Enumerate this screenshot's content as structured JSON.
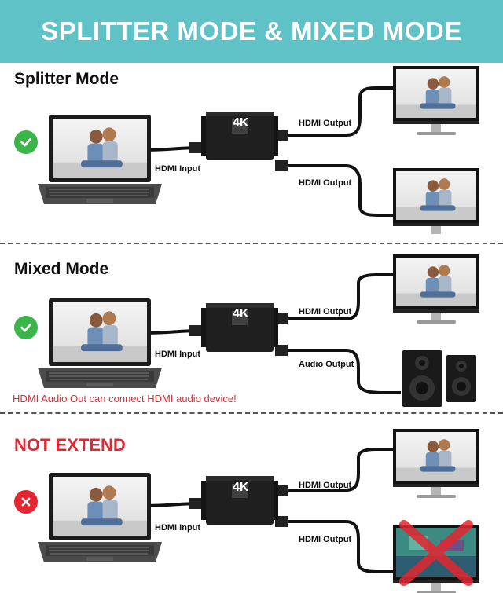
{
  "header": {
    "title": "SPLITTER MODE & MIXED MODE"
  },
  "colors": {
    "banner": "#5ec2c6",
    "accent_red": "#e3262f",
    "check_green": "#3bb54a"
  },
  "sections": [
    {
      "title": "Splitter Mode",
      "status_icon": "check-circle-icon",
      "input_label": "HDMI Input",
      "output1_label": "HDMI Output",
      "output2_label": "HDMI Output",
      "device_badge": "4K"
    },
    {
      "title": "Mixed Mode",
      "status_icon": "check-circle-icon",
      "input_label": "HDMI Input",
      "output1_label": "HDMI Output",
      "output2_label": "Audio Output",
      "device_badge": "4K",
      "note": "HDMI Audio Out can connect HDMI audio device!"
    },
    {
      "title": "NOT EXTEND",
      "status_icon": "x-circle-icon",
      "input_label": "HDMI Input",
      "output1_label": "HDMI Output",
      "output2_label": "HDMI Output",
      "device_badge": "4K"
    }
  ]
}
